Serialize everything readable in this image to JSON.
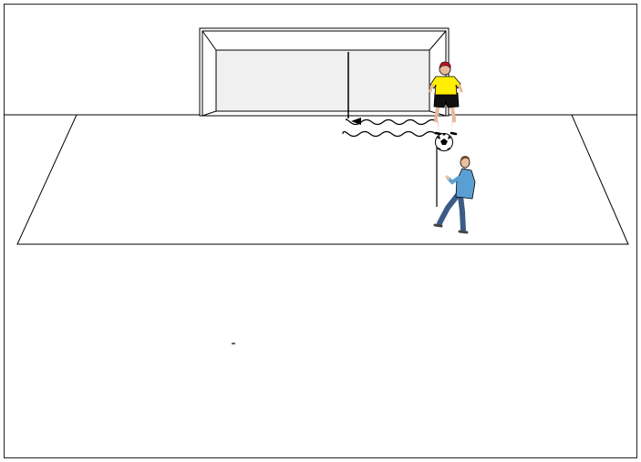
{
  "scene": {
    "background_color": "#ffffff",
    "line_color": "#000000",
    "goal_net_color": "#f0f0f0",
    "players": [
      {
        "role": "goalkeeper",
        "shirt_color": "#ffee00",
        "shorts_color": "#111111",
        "hair_color": "#c0102a",
        "skin_color": "#e8b89a",
        "icon": "goalkeeper-figure"
      },
      {
        "role": "shooter",
        "shirt_color": "#5a9fd4",
        "pants_color": "#3c5b86",
        "skin_color": "#e8c0a0",
        "icon": "kicking-player-figure"
      }
    ],
    "ball": {
      "icon": "soccer-ball",
      "color": "#ffffff",
      "patch_color": "#000000"
    },
    "movement": {
      "type": "dribble-wavy-arrow",
      "direction": "left"
    }
  }
}
